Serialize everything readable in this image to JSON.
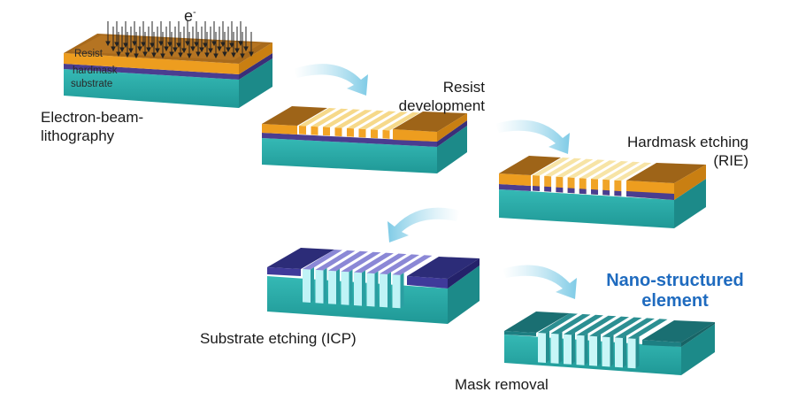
{
  "electron_label": "e",
  "electron_sup": "-",
  "layers": {
    "resist": "Resist",
    "hardmask": "hardmask",
    "substrate": "substrate"
  },
  "steps": {
    "ebl_line1": "Electron-beam-",
    "ebl_line2": "lithography",
    "resist_dev_line1": "Resist",
    "resist_dev_line2": "development",
    "hardmask_line1": "Hardmask etching",
    "hardmask_line2": "(RIE)",
    "substrate_etch": "Substrate etching (ICP)",
    "mask_removal": "Mask removal"
  },
  "result": {
    "line1": "Nano-structured",
    "line2": "element"
  },
  "colors": {
    "resist": "#e89a1c",
    "resist_top": "#f4b233",
    "hardmask": "#4b3a8c",
    "substrate_front": "#27a7a5",
    "substrate_side": "#1e8f8e",
    "substrate_top": "#1d7f82",
    "arrow": "#8fd3ea",
    "final_text": "#1f6bbf"
  }
}
